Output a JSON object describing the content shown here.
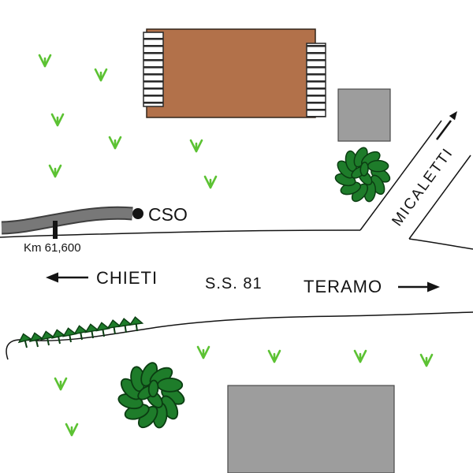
{
  "map": {
    "labels": {
      "access_point": "CSO",
      "km_marker": "Km 61,600",
      "destination_left": "CHIETI",
      "highway": "S.S. 81",
      "destination_right": "TERAMO",
      "side_street": "MICALETTI"
    },
    "colors": {
      "building_brown": "#b2714a",
      "building_gray": "#9d9d9d",
      "road_gray": "#787878",
      "road_edge": "#3f3f3f",
      "grass_green": "#5cc233",
      "bush_green": "#1e7c2a",
      "bush_outline": "#0b3d12",
      "ink": "#141414"
    },
    "symbols": {
      "grass": "grass-tuft-icon",
      "bush": "shrub-icon",
      "tree": "roadside-tree-icon",
      "marker_dot": "cso-marker-dot",
      "km_post": "km-post-icon",
      "left_arrow": "chieti-direction-arrow-icon",
      "right_arrow": "teramo-direction-arrow-icon",
      "street_arrow": "micaletti-street-arrow-icon"
    }
  }
}
